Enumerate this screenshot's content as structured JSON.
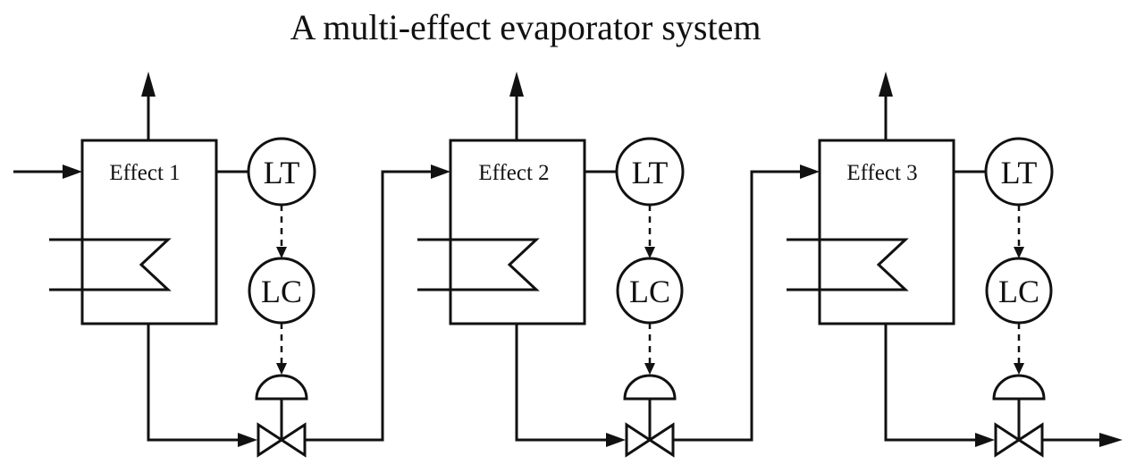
{
  "title": "A multi-effect evaporator system",
  "effects": [
    {
      "label": "Effect 1",
      "transmitter": "LT",
      "controller": "LC"
    },
    {
      "label": "Effect 2",
      "transmitter": "LT",
      "controller": "LC"
    },
    {
      "label": "Effect 3",
      "transmitter": "LT",
      "controller": "LC"
    }
  ]
}
